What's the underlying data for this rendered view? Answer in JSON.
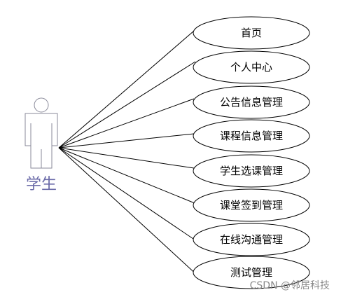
{
  "actor": {
    "label": "学生",
    "color": "#6a6aa8"
  },
  "use_cases": [
    "首页",
    "个人中心",
    "公告信息管理",
    "课程信息管理",
    "学生选课管理",
    "课堂签到管理",
    "在线沟通管理",
    "测试管理"
  ],
  "watermark": "CSDN @邻居科技"
}
